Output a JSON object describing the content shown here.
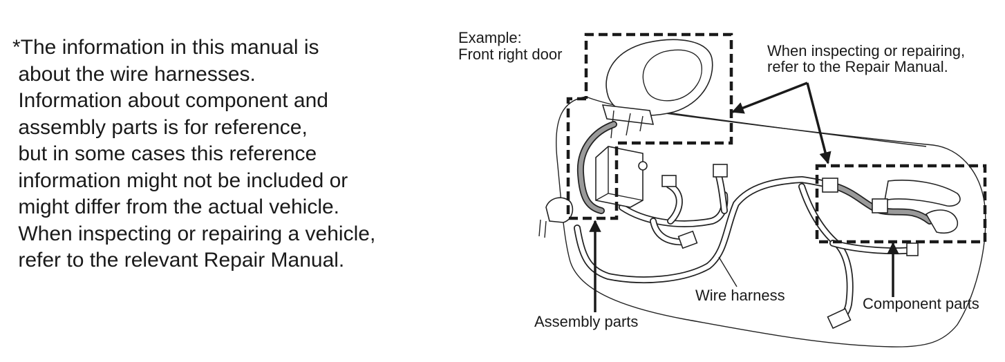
{
  "note": {
    "lines": [
      "*The information in this manual is",
      " about the wire harnesses.",
      " Information about component and",
      " assembly parts is for reference,",
      " but in some cases this reference",
      " information might not be included or",
      " might differ from the actual vehicle.",
      " When inspecting or repairing a vehicle,",
      " refer to the relevant Repair Manual."
    ]
  },
  "diagram": {
    "example_label": "Example:",
    "example_location": "Front right door",
    "repair_note_line1": "When inspecting or repairing,",
    "repair_note_line2": "refer to the Repair Manual.",
    "wire_harness_label": "Wire harness",
    "component_parts_label": "Component parts",
    "assembly_parts_label": "Assembly parts"
  }
}
